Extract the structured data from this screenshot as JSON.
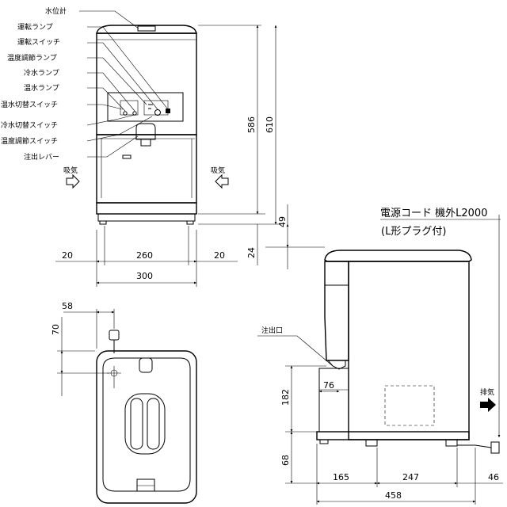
{
  "labels": {
    "water_gauge": "水位計",
    "run_lamp": "運転ランプ",
    "run_switch": "運転スイッチ",
    "temp_adjust_lamp": "温度調節ランプ",
    "cold_lamp": "冷水ランプ",
    "hot_lamp": "温水ランプ",
    "hot_switch": "温水切替スイッチ",
    "cold_switch": "冷水切替スイッチ",
    "temp_adjust_switch": "温度調節スイッチ",
    "dispense_lever": "注出レバー",
    "intake_left": "吸気",
    "intake_right": "吸気",
    "outlet": "注出口",
    "exhaust": "排気",
    "power_cord": "電源コード 機外L2000",
    "plug_type": "(L形プラグ付)"
  },
  "dimensions": {
    "front_left_margin": "20",
    "front_inner_width": "260",
    "front_right_margin": "20",
    "front_total_width": "300",
    "height_586": "586",
    "height_610": "610",
    "base_24": "24",
    "side_49": "49",
    "top_58": "58",
    "top_70": "70",
    "side_182": "182",
    "side_76": "76",
    "side_68": "68",
    "side_165": "165",
    "side_247": "247",
    "side_46": "46",
    "side_458": "458"
  }
}
